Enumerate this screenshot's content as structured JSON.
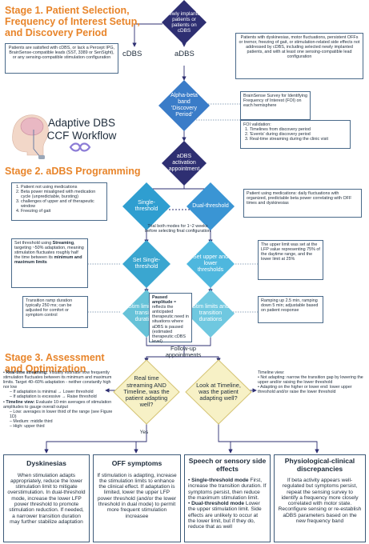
{
  "stage1": {
    "title": "Stage 1. Patient Selection, Frequency of Interest Setup, and Discovery Period"
  },
  "stage2": {
    "title": "Stage 2. aDBS Programming"
  },
  "stage3": {
    "title": "Stage 3. Assessment and Optimization"
  },
  "logo": {
    "text": "Adaptive DBS CCF Workflow"
  },
  "nodes": {
    "start": "Newly implanted patients or patients on cDBS",
    "cdbs": "cDBS",
    "adbs": "aDBS",
    "alpha": "Alpha-beta band 'Discovery Period'",
    "activation": "aDBS activation appointment",
    "single": "Single-threshold",
    "dual": "Dual-threshold",
    "set_single": "Set Single-threshold",
    "set_dual": "Set upper and lower thresholds",
    "stim_left": "Stim limits and transition durations",
    "stim_right": "Stim limits and transition durations",
    "q_left": "Real time streaming AND Timeline, was the patient adapting well?",
    "q_right": "Look at Timeline, was the patient adapting well?"
  },
  "boxes": {
    "cdbs_criteria": "Patients are satisfied with cDBS, or lack a Percept IPG, BrainSense-compatible leads (SST, 3389 or SenSight), or any sensing-compatible stimulation configuration",
    "adbs_criteria": "Patients with dyskinesias, motor fluctuations, persistent OFFs or tremor, freezing of gait, or stimulation-related side effects not addressed by cDBS, including selected newly implanted patients, and with at least one sensing-compatible lead configuration",
    "survey": "BrainSense Survey for Identifying Frequency of Interest (FOI) on each hemisphere",
    "foi_title": "FOI validation:",
    "foi_items": [
      "Timelines from discovery period",
      "'Events' during discovery period",
      "Real-time streaming during the clinic visit"
    ],
    "single_items": [
      "Patient not using medications",
      "Beta power misaligned with medication cycle (unpredictable, bursting)",
      "challenges of upper and of therapeutic window",
      "Freezing of gait"
    ],
    "dual_criteria": "Patient using medications: daily fluctuations with organized, predictable beta power correlating with OFF times and dyskinesias",
    "trial_note": "Trial both modes for 1~2 weeks before selecting final configuration",
    "set_single_pre": "Set threshold using ",
    "set_single_b1": "Streaming",
    "set_single_mid": ", targeting ~50% adaptation, meaning stimulation fluctuates roughly half the time between its ",
    "set_single_b2": "minimum and maximum limits",
    "set_dual_box": "The upper limit was set at the LFP value representing 75% of the daytime range, and the lower limit at 25%",
    "transition_left": "Transition ramp duration typically 250 ms; can be adjusted for comfort or symptom control",
    "paused_title": "Paused amplitude",
    "paused_text": " = reflects the anticipated therapeutic need in situations where aDBS is paused (estimated therapeutic cDBS level)",
    "ramp_right": "Ramping up 2.5 min, ramping down 5 min; adjustable based on patient response",
    "followup": "Follow-up appointments",
    "yes": "Yes"
  },
  "left_notes": {
    "rt_title": "Real-time streaming:",
    "rt_text": " Visually estimate how frequently stimulation fluctuates between its minimum and maximum limits. Target 40–60% adaptation - neither constantly high nor low",
    "rt_min": "– If adaptation is minimal → Lower threshold",
    "rt_exc": "– If adaptation is excessive → Raise threshold",
    "tl_title": "Timeline view:",
    "tl_text": " Evaluate 10-min averages of stimulation amplitudes to gauge overall output",
    "tl_low": "– Low: averages in lower third of the range (see Figure 1D)",
    "tl_med": "– Medium: middle third",
    "tl_high": "– High: upper third"
  },
  "right_notes": {
    "title": "Timeline view:",
    "na": "Not adapting: narrow the transition gap by lowering the upper and/or raising the lower threshold",
    "hl": "Adapting on the higher or lower end: lower upper threshold and/or raise the lower threshold"
  },
  "outcomes": [
    {
      "title": "Dyskinesias",
      "text": "When stimulation adapts appropriately, reduce the lower stimulation limit to mitigate overstimulation. In dual-threshold mode, increase the lower LFP power threshold to promote stimulation reduction. If needed, a narrower transition duration may further stabilize adaptation"
    },
    {
      "title": "OFF symptoms",
      "text": "If stimulation is adapting, increase the stimulation limits to enhance the clinical effect. If adaptation is limited, lower the upper LFP power threshold (and/or the lower threshold in dual mode) to permit more frequent stimulation increasee"
    },
    {
      "title": "Speech or sensory side effects",
      "i1_title": "Single-threshold mode",
      "i1_text": " First, increase the transition duration. If symptoms persist, then reduce the maximum stimulation limit.",
      "i2_title": "Dual-threshold mode",
      "i2_text": " Lower the upper stimulation limit. Side effects are unlikely to occur at the lower limit, but if they do, reduce that as well"
    },
    {
      "title": "Physiological-clinical discrepancies",
      "text": "If beta activity appears well-regulated but symptoms persist, repeat the sensing survey to identify a frequency more closely correlated with motor state. Reconfigure sensing or re-establish aDBS parameters based on the new frequency band"
    }
  ],
  "colors": {
    "navy": "#2e2f72",
    "blue": "#3a95d4",
    "teal": "#3aa6d0",
    "cyan": "#4eb7de",
    "yellow": "#f7f1c6",
    "orange": "#e8852b"
  }
}
